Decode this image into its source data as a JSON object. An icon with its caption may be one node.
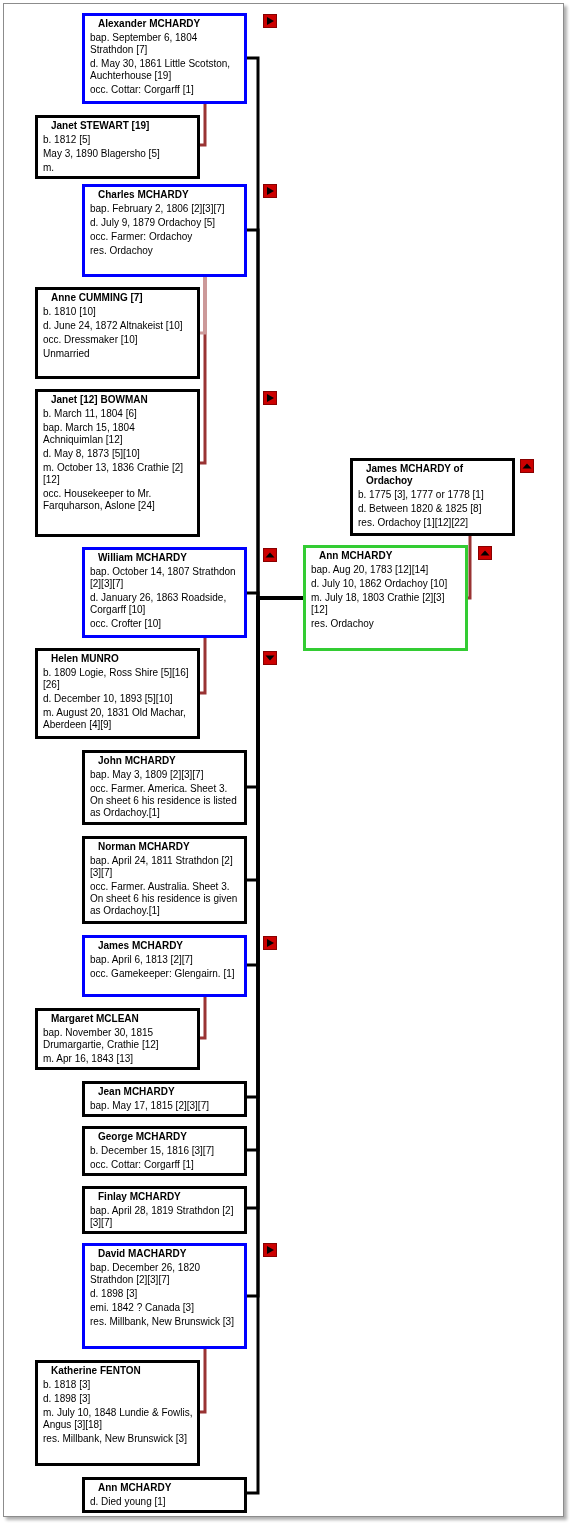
{
  "diagram": {
    "nodes": [
      {
        "text": [
          "Alexander MCHARDY",
          "bap. September 6, 1804 Strathdon [7]",
          "d. May 30, 1861 Little Scotston, Auchterhouse [19]",
          "occ. Cottar: Corgarff [1]"
        ]
      },
      {
        "text": [
          "Janet STEWART [19]",
          "b. 1812 [5]",
          "May 3, 1890 Blagersho [5]",
          "m."
        ]
      },
      {
        "text": [
          "Charles MCHARDY",
          "bap. February 2, 1806 [2][3][7]",
          "d. July 9, 1879 Ordachoy [5]",
          "occ. Farmer: Ordachoy",
          "res. Ordachoy"
        ]
      },
      {
        "text": [
          "Anne CUMMING [7]",
          "b. 1810 [10]",
          "d. June 24, 1872 Altnakeist [10]",
          "occ. Dressmaker [10]",
          "Unmarried"
        ]
      },
      {
        "text": [
          "Janet [12] BOWMAN",
          "b. March 11, 1804 [6]",
          "bap. March 15, 1804 Achniquimlan [12]",
          "d. May 8, 1873 [5][10]",
          "m. October 13, 1836 Crathie [2][12]",
          "occ. Housekeeper to Mr. Farquharson, Aslone [24]"
        ]
      },
      {
        "text": [
          "James MCHARDY of Ordachoy",
          "b. 1775 [3], 1777 or 1778 [1]",
          "d. Between 1820 &  1825 [8]",
          "res. Ordachoy [1][12][22]"
        ]
      },
      {
        "text": [
          "William MCHARDY",
          "bap. October 14, 1807 Strathdon [2][3][7]",
          "d. January 26, 1863 Roadside, Corgarff [10]",
          "occ. Crofter [10]"
        ]
      },
      {
        "text": [
          "Ann MCHARDY",
          "bap. Aug 20, 1783 [12][14]",
          "d. July 10, 1862 Ordachoy [10]",
          "m. July 18, 1803 Crathie [2][3][12]",
          "res. Ordachoy"
        ]
      },
      {
        "text": [
          "Helen MUNRO",
          "b. 1809 Logie, Ross Shire [5][16][26]",
          "d. December 10, 1893 [5][10]",
          "m. August 20, 1831 Old Machar, Aberdeen [4][9]"
        ]
      },
      {
        "text": [
          "John MCHARDY",
          "bap. May 3, 1809 [2][3][7]",
          "occ. Farmer. America. Sheet 3. On sheet 6 his residence is listed as Ordachoy.[1]"
        ]
      },
      {
        "text": [
          "Norman MCHARDY",
          "bap. April 24, 1811 Strathdon [2][3][7]",
          "occ. Farmer. Australia. Sheet 3. On sheet 6 his residence is given as Ordachoy.[1]"
        ]
      },
      {
        "text": [
          "James MCHARDY",
          "bap. April 6, 1813 [2][7]",
          "occ. Gamekeeper: Glengairn. [1]"
        ]
      },
      {
        "text": [
          "Margaret MCLEAN",
          "bap. November 30, 1815 Drumargartie, Crathie [12]",
          "m. Apr 16, 1843 [13]"
        ]
      },
      {
        "text": [
          "Jean MCHARDY",
          "bap. May 17, 1815 [2][3][7]"
        ]
      },
      {
        "text": [
          "George MCHARDY",
          "b. December 15, 1816 [3][7]",
          "occ. Cottar: Corgarff [1]"
        ]
      },
      {
        "text": [
          "Finlay MCHARDY",
          "bap. April 28, 1819 Strathdon [2][3][7]"
        ]
      },
      {
        "text": [
          "David MACHARDY",
          "bap. December 26, 1820 Strathdon [2][3][7]",
          "d. 1898 [3]",
          "emi. 1842 ? Canada [3]",
          "res. Millbank, New Brunswick [3]"
        ]
      },
      {
        "text": [
          "Katherine FENTON",
          "b. 1818 [3]",
          "d. 1898 [3]",
          "m. July 10, 1848 Lundie & Fowlis, Angus [3][18]",
          "res. Millbank, New Brunswick [3]"
        ]
      },
      {
        "text": [
          "Ann MCHARDY",
          "d. Died young [1]"
        ]
      }
    ],
    "edges": [
      {
        "from": 7,
        "to": 0,
        "arrow": "none"
      },
      {
        "from": 7,
        "to": 2,
        "arrow": "none"
      },
      {
        "from": 7,
        "to": 6,
        "arrow": "none"
      },
      {
        "from": 7,
        "to": 9,
        "arrow": "none"
      },
      {
        "from": 7,
        "to": 10,
        "arrow": "none"
      },
      {
        "from": 7,
        "to": 11,
        "arrow": "none"
      },
      {
        "from": 7,
        "to": 13,
        "arrow": "none"
      },
      {
        "from": 7,
        "to": 14,
        "arrow": "none"
      },
      {
        "from": 7,
        "to": 15,
        "arrow": "none"
      },
      {
        "from": 7,
        "to": 16,
        "arrow": "none"
      },
      {
        "from": 7,
        "to": 18,
        "arrow": "none"
      },
      {
        "from": 0,
        "to": 1,
        "arrow": "none",
        "color": "#993333"
      },
      {
        "from": 2,
        "to": 4,
        "arrow": "none",
        "color": "#993333"
      },
      {
        "from": 2,
        "to": 3,
        "arrow": "none",
        "color": "#cc9999"
      },
      {
        "from": 5,
        "to": 7,
        "arrow": "none",
        "color": "#993333"
      },
      {
        "from": 6,
        "to": 8,
        "arrow": "none",
        "color": "#993333"
      },
      {
        "from": 11,
        "to": 12,
        "arrow": "none",
        "color": "#993333"
      },
      {
        "from": 16,
        "to": 17,
        "arrow": "none",
        "color": "#993333"
      }
    ]
  }
}
